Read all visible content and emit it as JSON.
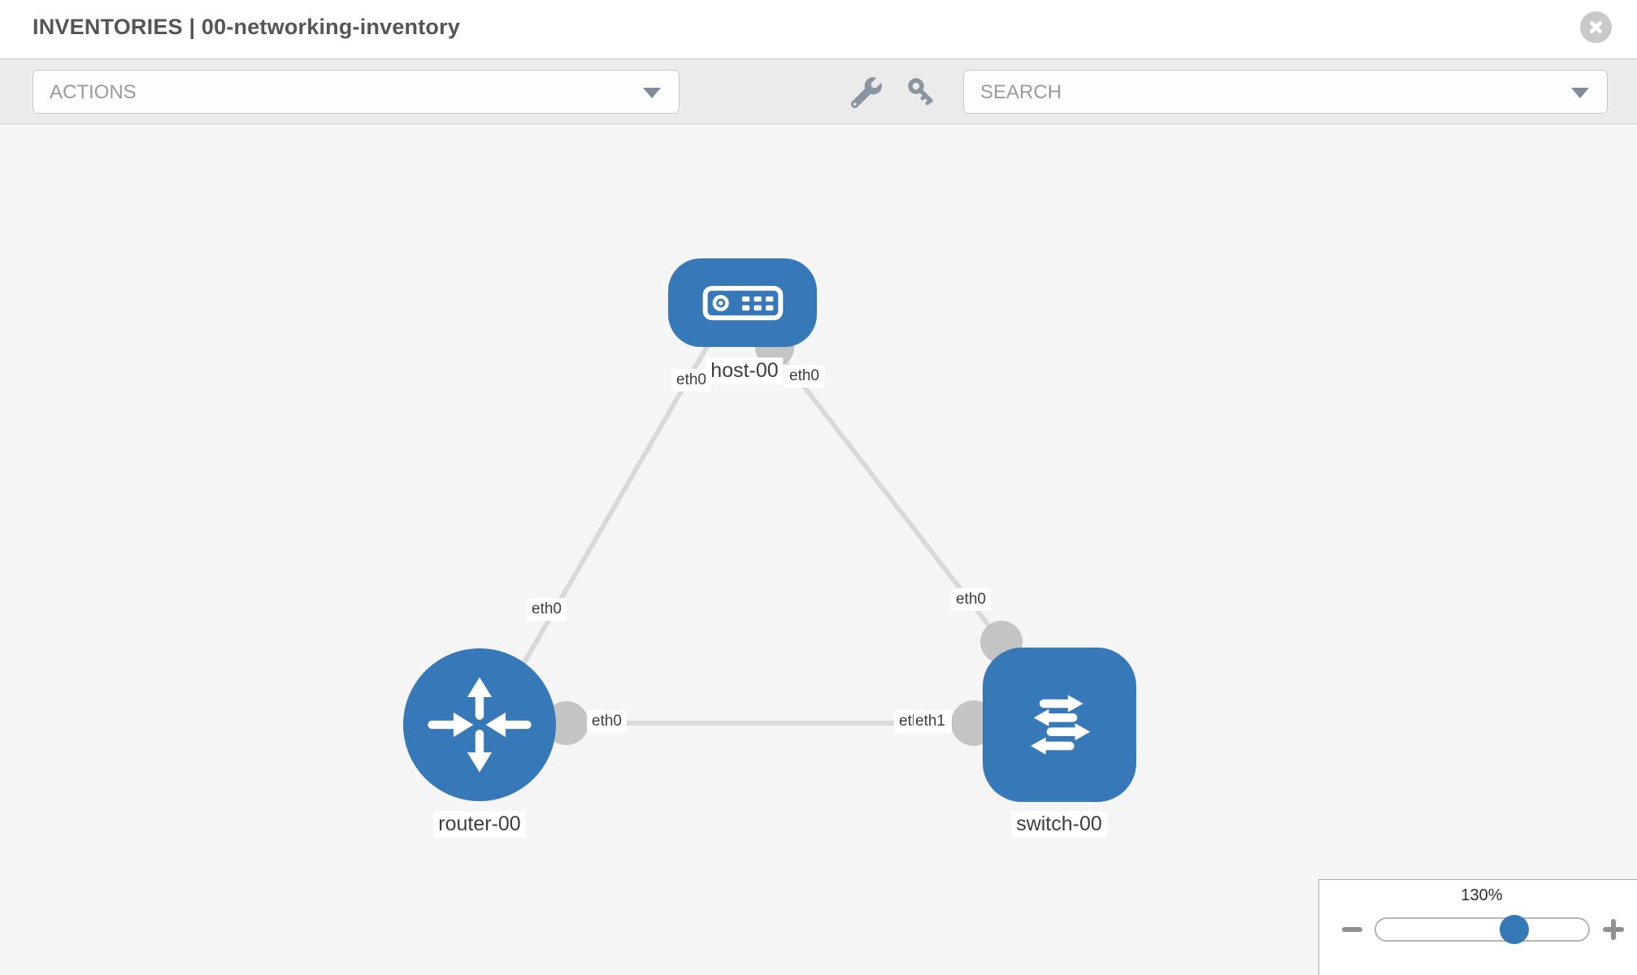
{
  "window": {
    "title": "INVENTORIES | 00-networking-inventory"
  },
  "toolbar": {
    "actions_label": "ACTIONS",
    "search_label": "SEARCH"
  },
  "icons": {
    "close": "x-circle",
    "tools": "wrench",
    "credentials": "key",
    "dropdown": "chevron-down",
    "zoom_out": "minus",
    "zoom_in": "plus"
  },
  "topology": {
    "nodes": [
      {
        "id": "host-00",
        "type": "host",
        "label": "host-00"
      },
      {
        "id": "router-00",
        "type": "router",
        "label": "router-00"
      },
      {
        "id": "switch-00",
        "type": "switch",
        "label": "switch-00"
      }
    ],
    "links": [
      {
        "source": "host-00",
        "source_interface": "eth0",
        "target": "router-00",
        "target_interface": "eth0"
      },
      {
        "source": "host-00",
        "source_interface": "eth0",
        "target": "switch-00",
        "target_interface": "eth0"
      },
      {
        "source": "router-00",
        "source_interface": "eth0",
        "target": "switch-00",
        "target_interface": "eth1"
      }
    ],
    "interface_labels": {
      "host_left": "eth0",
      "host_right": "eth0",
      "router_top": "eth0",
      "switch_top": "eth0",
      "router_right": "eth0",
      "switch_left_under": "eth0",
      "switch_left_over": "eth1"
    }
  },
  "zoom_panel": {
    "level": "130%"
  },
  "colors": {
    "node_blue": "#3779b8",
    "link_gray": "#d9d9d9",
    "port_gray": "#c4c4c4",
    "canvas_bg": "#f5f5f5",
    "toolbar_bg": "#ebebeb",
    "slider_thumb": "#3478b6"
  }
}
